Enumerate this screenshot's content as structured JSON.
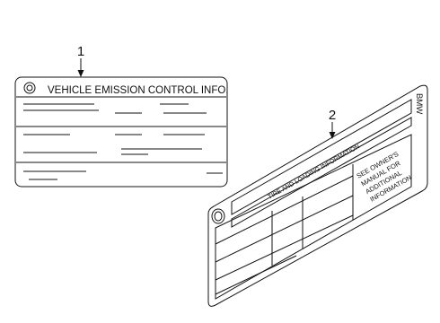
{
  "callouts": {
    "label_1": "1",
    "label_2": "2"
  },
  "emission_label": {
    "title": "VEHICLE EMISSION CONTROL INFO."
  },
  "tire_label": {
    "header": "TIRE AND LOADING INFORMATION",
    "brand": "BMW",
    "owner_note_lines": [
      "SEE OWNER'S",
      "MANUAL FOR",
      "ADDITIONAL",
      "INFORMATION"
    ]
  },
  "colors": {
    "line": "#111111",
    "background": "#ffffff"
  }
}
